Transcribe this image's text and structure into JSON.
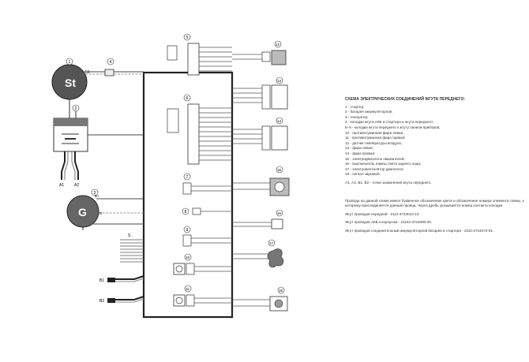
{
  "diagram": {
    "components": {
      "battery_terminal": "St",
      "generator": "G",
      "terminal_50": "50",
      "terminal_b_plus": "B+",
      "terminal_d": "D",
      "ground_a1": "A1",
      "ground_a2": "A2",
      "ground_b1": "B1",
      "ground_b2": "B2",
      "bus_label": "S"
    },
    "numbers": [
      "1",
      "2",
      "3",
      "4",
      "5",
      "6",
      "7",
      "8",
      "9",
      "10",
      "11",
      "12",
      "13",
      "14",
      "15",
      "16",
      "17",
      "18"
    ]
  },
  "legend": {
    "title": "СХЕМА ЭЛЕКТРИЧЕСКИХ СОЕДИНЕНИЙ ЖГУТА ПЕРЕДНЕГО:",
    "items": [
      "1 - стартер;",
      "2 - батарея аккумуляторная;",
      "3 - генератор;",
      "4 - колодки жгута АКБ и стартера и жгута переднего;",
      "5–9 - колодки жгута переднего к жгуту панели приборов;",
      "10 - противотуманная фара левая;",
      "11 - противотуманная фара правая;",
      "12 - датчик температуры воздуха;",
      "13 - фара левая;",
      "14 - фара правая;",
      "15 - электродвигатель омывателей;",
      "16 - выключатель лампы света заднего хода;",
      "17 - электровентилятор двигателя;",
      "18 - сигнал звуковой."
    ],
    "grounding": "А1, А2, В1, В2 - точки заземления жгута переднего.",
    "notes": [
      "Провода на данной схеме имеют буквенное обозначение цвета и обозначение номера элемента схемы, к которому присоединяется данный провод. Через дробь указывается номер контакта колодки.",
      "Жгут проводов передний - 2112-3724010-10.",
      "Жгут проводов АКБ к корпусом - 21104-3724080-00.",
      "Жгут проводов соединительный аккумуляторной батареи и стартера - 2110-3724070-01."
    ]
  }
}
